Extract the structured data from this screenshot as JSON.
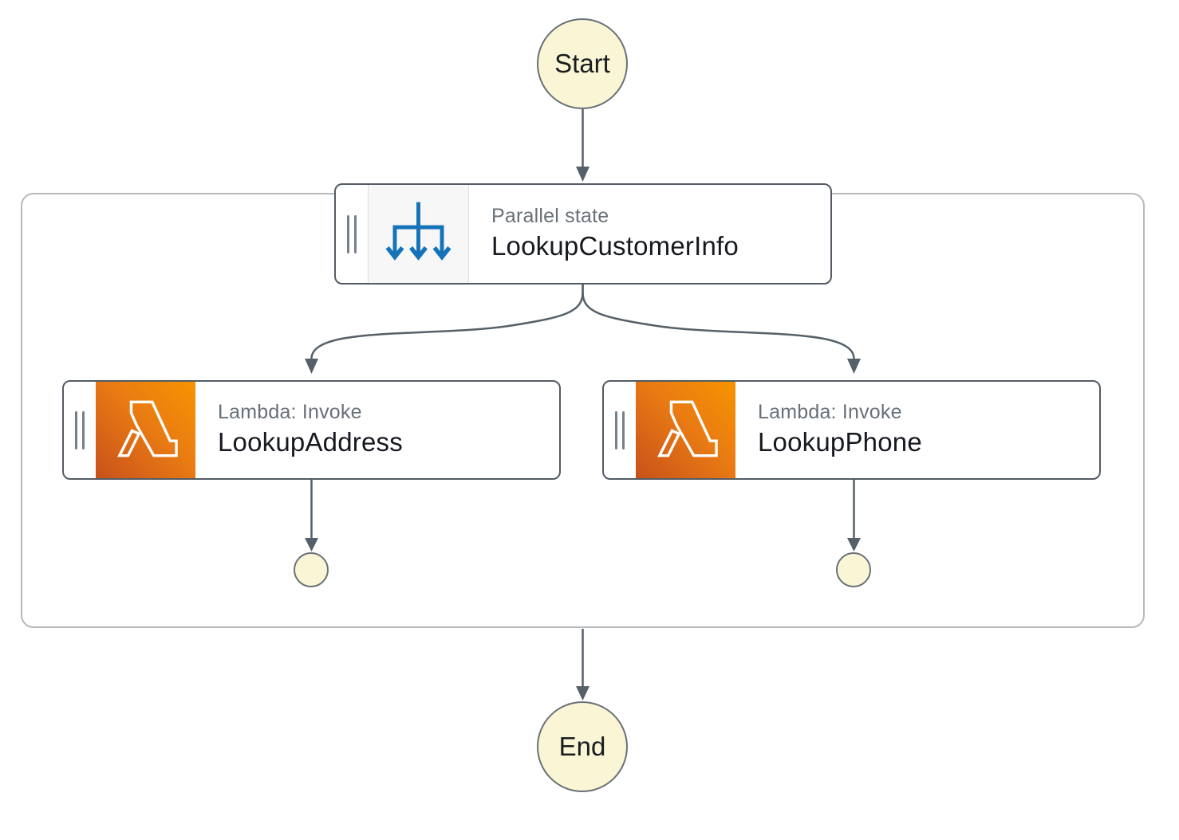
{
  "canvas": {
    "start_label": "Start",
    "end_label": "End"
  },
  "parallel_state": {
    "type_label": "Parallel state",
    "name": "LookupCustomerInfo"
  },
  "branches": [
    {
      "type_label": "Lambda: Invoke",
      "name": "LookupAddress"
    },
    {
      "type_label": "Lambda: Invoke",
      "name": "LookupPhone"
    }
  ],
  "icons": {
    "parallel": "parallel-branch-icon",
    "lambda": "lambda-icon",
    "drag_handle": "drag-handle-icon"
  },
  "colors": {
    "node_border": "#545b64",
    "edge": "#566068",
    "terminal_fill": "#faf6d5",
    "terminal_border": "#697077",
    "type_label_text": "#687078",
    "name_text": "#16191f",
    "parallel_icon_blue": "#1573b9",
    "lambda_gradient_start": "#c8511b",
    "lambda_gradient_end": "#f79400",
    "group_border": "#b6b9be"
  }
}
